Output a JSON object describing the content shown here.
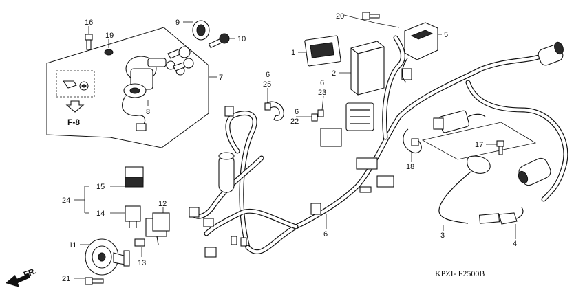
{
  "diagram": {
    "drawing_code": "KPZI- F2500B",
    "section_ref": "F-8",
    "direction_label": "FR.",
    "callouts": {
      "c1": "1",
      "c2": "2",
      "c3": "3",
      "c4": "4",
      "c5": "5",
      "c6a": "6",
      "c6b": "6",
      "c6c": "6",
      "c7": "7",
      "c8": "8",
      "c9": "9",
      "c10": "10",
      "c11": "11",
      "c12": "12",
      "c13": "13",
      "c14": "14",
      "c15": "15",
      "c16": "16",
      "c17": "17",
      "c18": "18",
      "c19": "19",
      "c20": "20",
      "c21": "21",
      "c22": "22",
      "c23": "23",
      "c24": "24",
      "c25": "25"
    }
  }
}
